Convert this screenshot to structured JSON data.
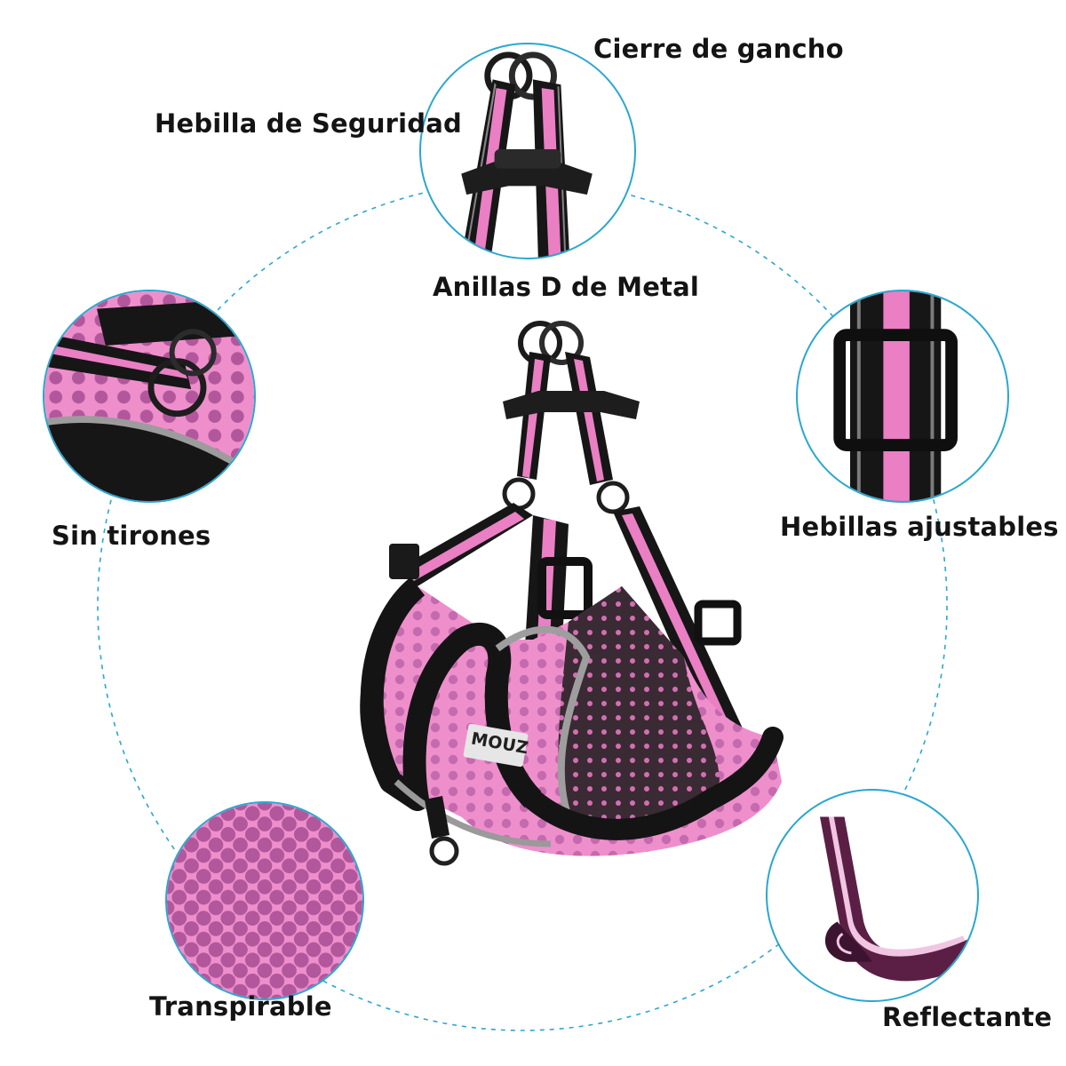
{
  "labels": {
    "hook_clasp": "Cierre de gancho",
    "safety_buckle": "Hebilla de Seguridad",
    "metal_d_rings": "Anillas D de Metal",
    "no_pull": "Sin tirones",
    "adjustable_buckles": "Hebillas ajustables",
    "breathable": "Transpirable",
    "reflective": "Reflectante"
  },
  "brand": "MOUZ",
  "colors": {
    "accent_ring": "#2aa7cf",
    "mesh_pink": "#ee8fcc",
    "mesh_dot": "#b2579c",
    "strap_black": "#161616",
    "strap_pink": "#ea7fc4",
    "leash_purple": "#5b1f45",
    "label_text": "#141414"
  }
}
